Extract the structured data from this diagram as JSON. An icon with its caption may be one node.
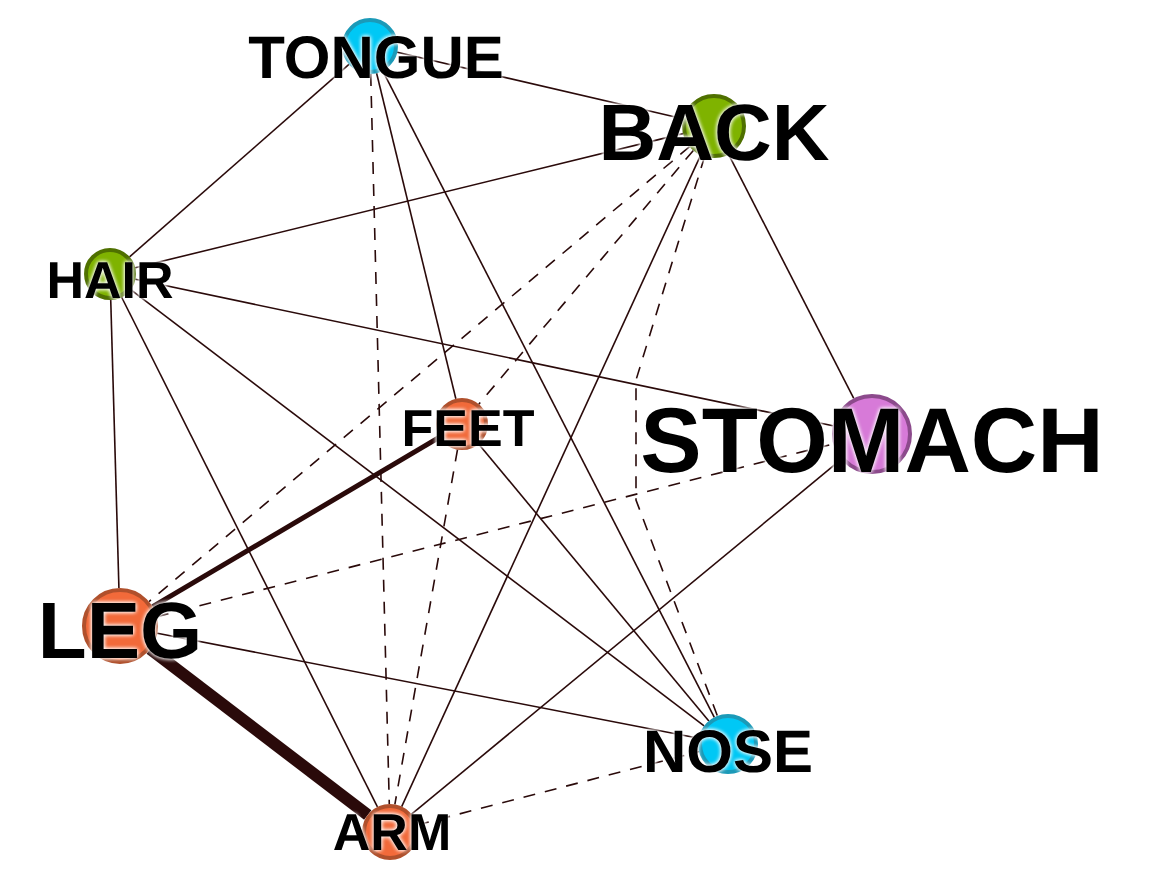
{
  "diagram": {
    "nodes": [
      {
        "text": [
          "TONGUE"
        ]
      },
      {
        "text": [
          "BACK"
        ]
      },
      {
        "text": [
          "HAIR"
        ]
      },
      {
        "text": [
          "FEET"
        ]
      },
      {
        "text": [
          "STOMACH"
        ]
      },
      {
        "text": [
          "LEG"
        ]
      },
      {
        "text": [
          "NOSE"
        ]
      },
      {
        "text": [
          "ARM"
        ]
      }
    ],
    "edges": [
      {
        "from": 0,
        "to": 1,
        "arrow": "none"
      },
      {
        "from": 0,
        "to": 2,
        "arrow": "none"
      },
      {
        "from": 0,
        "to": 3,
        "arrow": "none"
      },
      {
        "from": 0,
        "to": 6,
        "arrow": "none"
      },
      {
        "from": 0,
        "to": 7,
        "arrow": "none",
        "style": "dashed"
      },
      {
        "from": 1,
        "to": 2,
        "arrow": "none"
      },
      {
        "from": 1,
        "to": 3,
        "arrow": "none",
        "style": "dashed"
      },
      {
        "from": 1,
        "to": 5,
        "arrow": "none",
        "style": "dashed"
      },
      {
        "from": 1,
        "to": 7,
        "arrow": "none"
      },
      {
        "from": 1,
        "to": 6,
        "arrow": "none",
        "style": "dashed"
      },
      {
        "from": 1,
        "to": 4,
        "arrow": "none"
      },
      {
        "from": 2,
        "to": 4,
        "arrow": "none"
      },
      {
        "from": 2,
        "to": 5,
        "arrow": "none"
      },
      {
        "from": 2,
        "to": 7,
        "arrow": "none"
      },
      {
        "from": 2,
        "to": 6,
        "arrow": "none"
      },
      {
        "from": 3,
        "to": 5,
        "arrow": "none",
        "style": "thick"
      },
      {
        "from": 3,
        "to": 7,
        "arrow": "none",
        "style": "dashed"
      },
      {
        "from": 3,
        "to": 6,
        "arrow": "none"
      },
      {
        "from": 5,
        "to": 4,
        "arrow": "none",
        "style": "dashed"
      },
      {
        "from": 5,
        "to": 6,
        "arrow": "none"
      },
      {
        "from": 5,
        "to": 7,
        "arrow": "none",
        "style": "thick"
      },
      {
        "from": 7,
        "to": 4,
        "arrow": "none"
      },
      {
        "from": 7,
        "to": 6,
        "arrow": "none",
        "style": "dashed"
      }
    ]
  }
}
